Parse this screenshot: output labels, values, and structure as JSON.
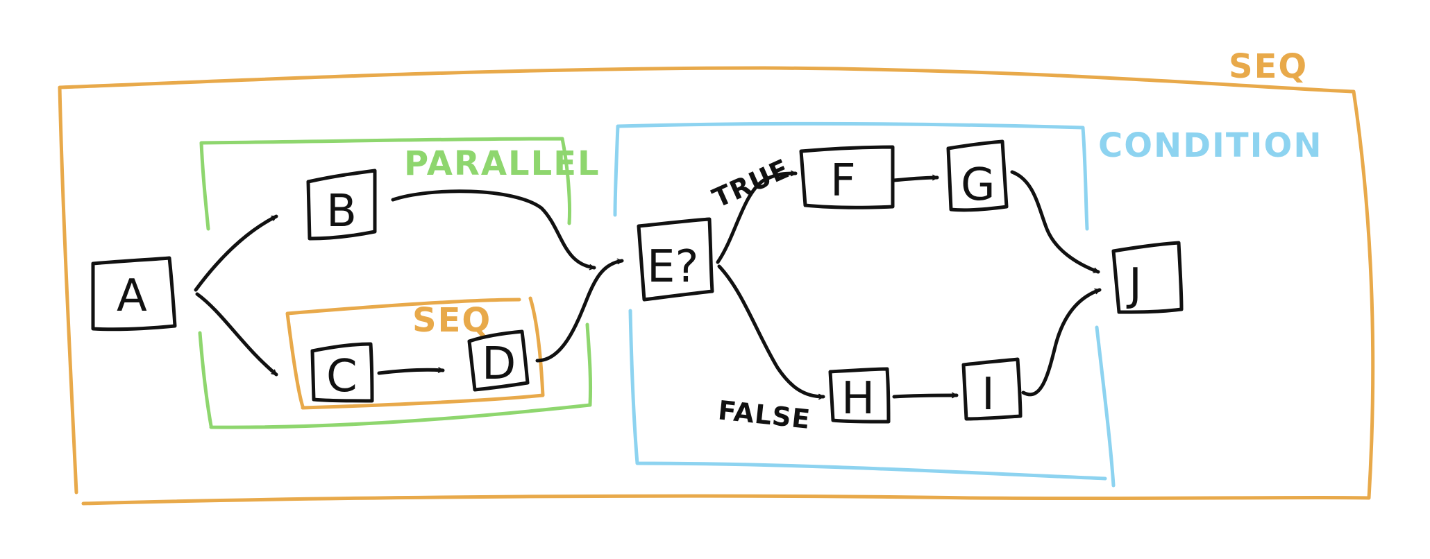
{
  "colors": {
    "seq": "#E8A94A",
    "parallel": "#8ED66E",
    "condition": "#8DD3F0",
    "ink": "#111111"
  },
  "groups": {
    "outer_seq": "SEQ",
    "parallel": "PARALLEL",
    "inner_seq": "SEQ",
    "condition": "CONDITION"
  },
  "nodes": {
    "a": "A",
    "b": "B",
    "c": "C",
    "d": "D",
    "e": "E?",
    "f": "F",
    "g": "G",
    "h": "H",
    "i": "I",
    "j": "J"
  },
  "edge_labels": {
    "true": "TRUE",
    "false": "FALSE"
  }
}
